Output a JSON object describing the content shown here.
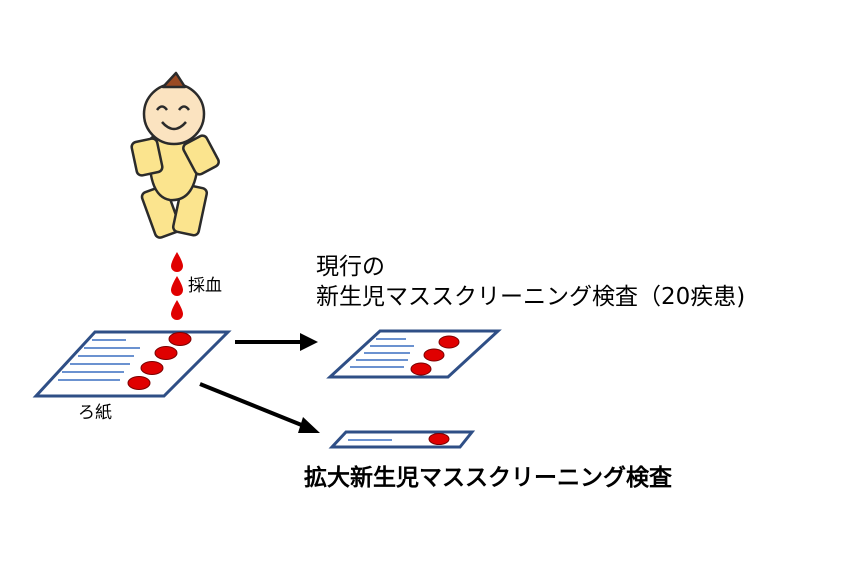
{
  "labels": {
    "blood_collection": "採血",
    "filter_paper": "ろ紙",
    "current_test_line1": "現行の",
    "current_test_line2": "新生児マススクリーニング検査（20疾患)",
    "expanded_test": "拡大新生児マススクリーニング検査"
  },
  "colors": {
    "paper_outline": "#2f4f86",
    "paper_lines": "#3a6fc0",
    "blood": "#e00000",
    "skin": "#fbe3c0",
    "clothes": "#fbe48e",
    "hair": "#9a4a22",
    "arrow": "#000000"
  },
  "icons": [
    "baby-illustration",
    "blood-drop-icon",
    "filter-paper-icon",
    "arrow-icon"
  ]
}
